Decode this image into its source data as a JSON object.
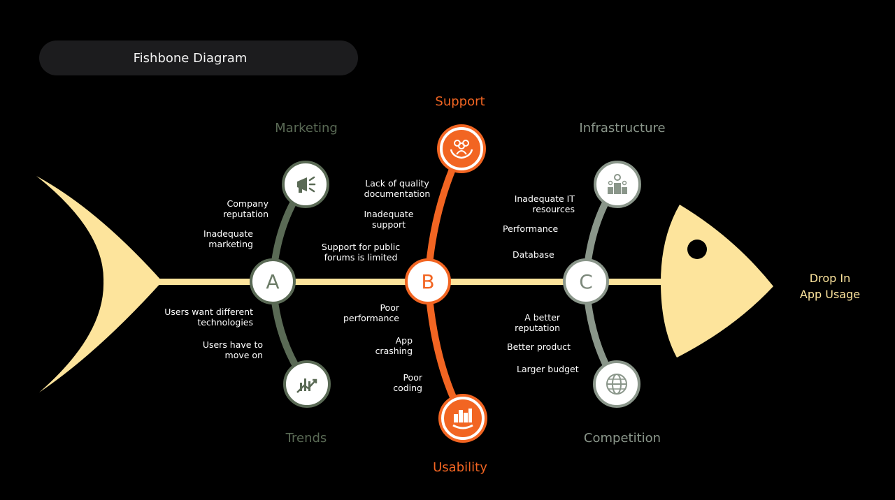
{
  "title": "Fishbone Diagram",
  "outcome": "Drop In\nApp Usage",
  "nodes": [
    "A",
    "B",
    "C"
  ],
  "categories": {
    "marketing": "Marketing",
    "support": "Support",
    "infrastructure": "Infrastructure",
    "trends": "Trends",
    "usability": "Usability",
    "competition": "Competition"
  },
  "causes": {
    "marketing": [
      "Company\nreputation",
      "Inadequate\nmarketing"
    ],
    "trends": [
      "Users want different\ntechnologies",
      "Users have to\nmove on"
    ],
    "support": [
      "Lack of quality\ndocumentation",
      "Inadequate\nsupport",
      "Support for public\nforums is limited"
    ],
    "usability": [
      "Poor\nperformance",
      "App\ncrashing",
      "Poor\ncoding"
    ],
    "infrastructure": [
      "Inadequate IT\nresources",
      "Performance",
      "Database"
    ],
    "competition": [
      "A better\nreputation",
      "Better product",
      "Larger budget"
    ]
  },
  "icons": {
    "marketing": "megaphone-icon",
    "trends": "chart-trend-icon",
    "support": "team-hands-icon",
    "usability": "city-gear-icon",
    "infrastructure": "podium-icon",
    "competition": "globe-icon"
  },
  "colors": {
    "background": "#000000",
    "fish": "#fde49c",
    "marketing": "#5a6a55",
    "support": "#f26522",
    "infrastructure": "#8a968a"
  }
}
